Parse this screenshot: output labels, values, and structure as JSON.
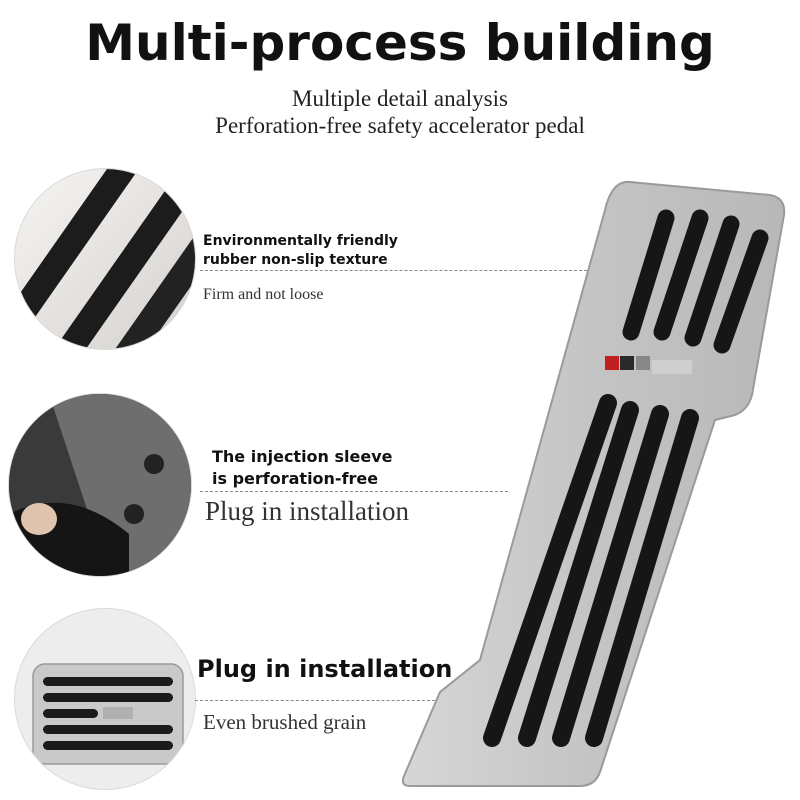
{
  "header": {
    "title": "Multi-process building",
    "subtitle_line1": "Multiple detail analysis",
    "subtitle_line2": "Perforation-free safety accelerator pedal"
  },
  "callouts": [
    {
      "bold_line1": "Environmentally friendly",
      "bold_line2": "rubber non-slip texture",
      "detail": "Firm and not loose"
    },
    {
      "bold_line1": "The injection sleeve",
      "bold_line2": "is perforation-free",
      "detail": "Plug in installation"
    },
    {
      "bold_line1": "Plug in installation",
      "detail": "Even brushed grain"
    }
  ],
  "colors": {
    "aluminum": "#c8c8c8",
    "rubber": "#1a1a1a",
    "text": "#111111"
  }
}
